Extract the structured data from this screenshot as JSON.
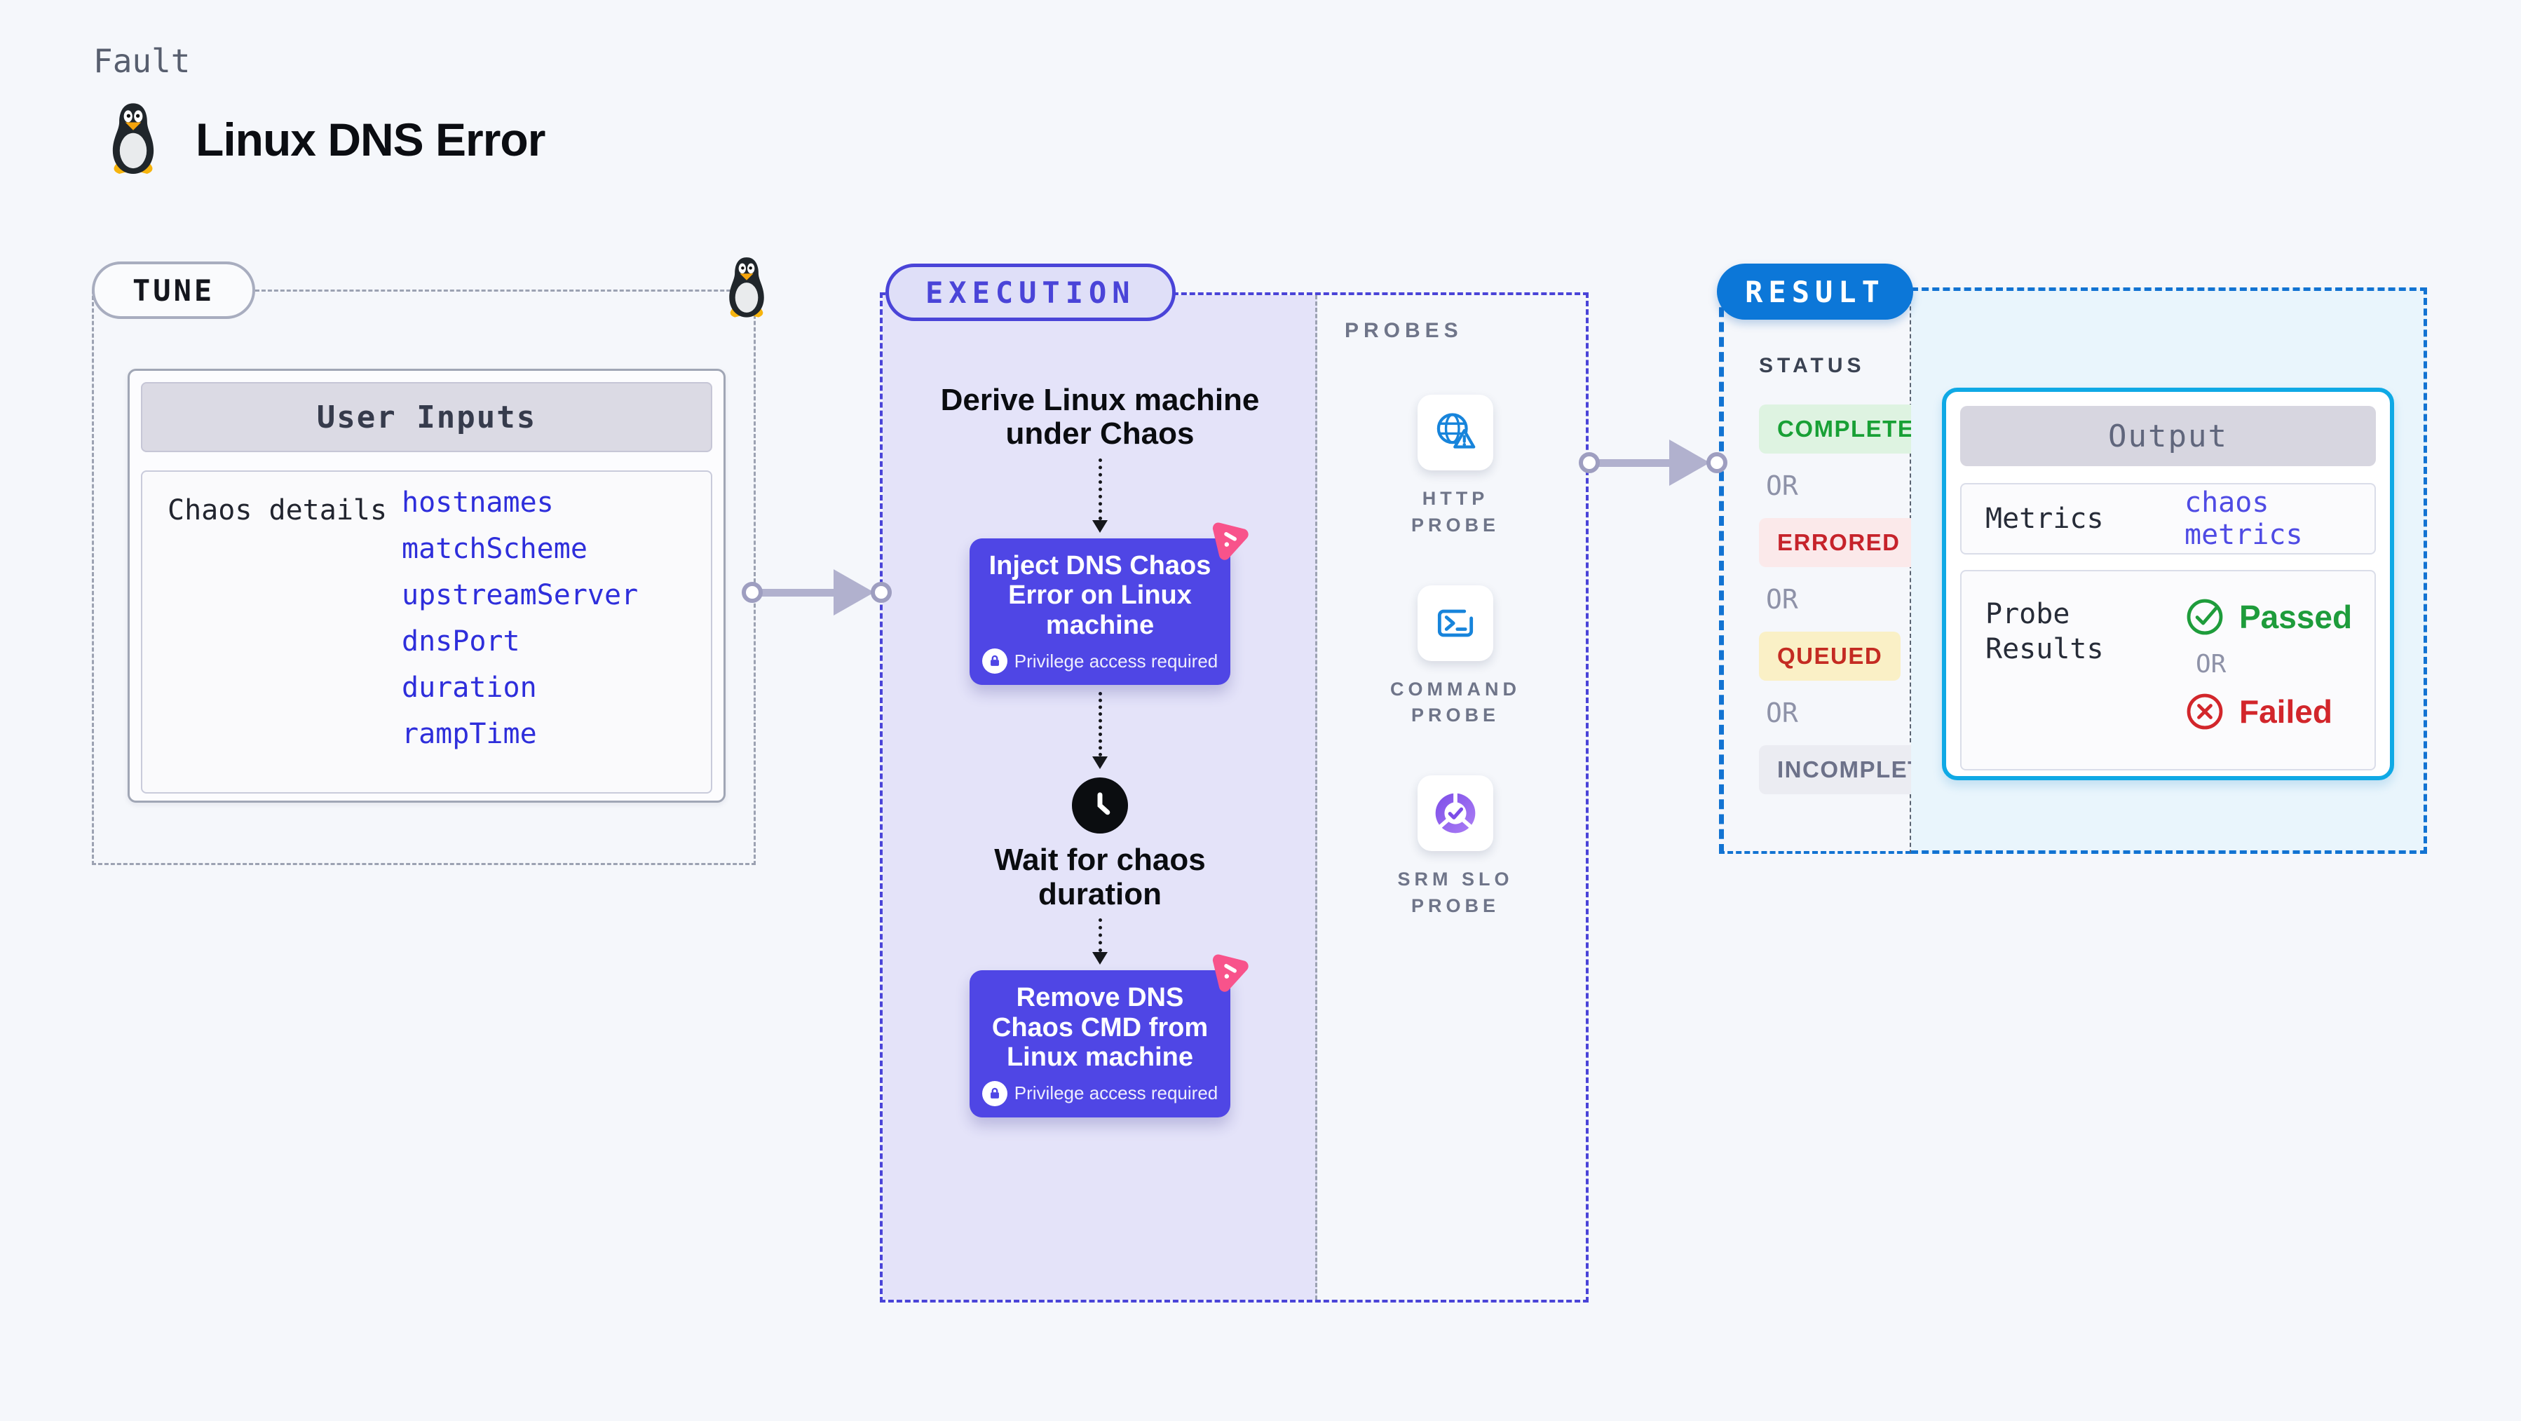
{
  "theme": {
    "page-bg": "#F5F7FB",
    "indigo": "#4A44D8",
    "node-purple": "#4F46E5",
    "exec-fill": "#E4E3F9",
    "param-blue": "#2E2EDB",
    "result-blue": "#0C77D8",
    "result-dash": "#1273D2",
    "output-cyan": "#0FA9E5",
    "output-fill": "#E9F5FC",
    "metrics-indigo": "#4F4BE4",
    "passed-green": "#1E9C3B",
    "failed-red": "#D2262B",
    "pink": "#F8538B",
    "probe-blue": "#1784DB",
    "srm-purple": "#8F5BEF",
    "arrow-gray": "#B1B1CE",
    "gray-dash": "#9CA2B2",
    "label-gray": "#6F7589",
    "or-gray": "#8E92A8"
  },
  "header": {
    "eyebrow": "Fault",
    "title": "Linux DNS Error",
    "icon": "tux-penguin"
  },
  "tune": {
    "badge": "TUNE",
    "card_title": "User Inputs",
    "row_label": "Chaos details",
    "params": [
      "hostnames",
      "matchScheme",
      "upstreamServer",
      "dnsPort",
      "duration",
      "rampTime"
    ]
  },
  "execution": {
    "badge": "EXECUTION",
    "derive_label": "Derive Linux machine under Chaos",
    "inject": {
      "title": "Inject DNS Chaos Error on Linux machine",
      "note": "Privilege access required"
    },
    "wait_label": "Wait for chaos duration",
    "remove": {
      "title": "Remove DNS Chaos CMD from Linux machine",
      "note": "Privilege access required"
    }
  },
  "probes": {
    "label": "PROBES",
    "items": [
      {
        "label": "HTTP PROBE",
        "icon": "globe-alert-icon"
      },
      {
        "label": "COMMAND PROBE",
        "icon": "terminal-icon"
      },
      {
        "label": "SRM SLO PROBE",
        "icon": "slo-donut-check-icon"
      }
    ]
  },
  "result": {
    "badge": "RESULT",
    "status_label": "STATUS",
    "or_label": "OR",
    "statuses": [
      {
        "label": "COMPLETED",
        "fg": "#18A035",
        "bg": "#DEF3E1"
      },
      {
        "label": "ERRORED",
        "fg": "#C6232B",
        "bg": "#FBE9EA"
      },
      {
        "label": "QUEUED",
        "fg": "#C42B22",
        "bg": "#FAF0C6"
      },
      {
        "label": "INCOMPLETED",
        "fg": "#6C7189",
        "bg": "#EBECF2"
      }
    ],
    "output": {
      "title": "Output",
      "metrics_label": "Metrics",
      "metrics_value": "chaos metrics",
      "probe_results_label": "Probe Results",
      "passed_label": "Passed",
      "failed_label": "Failed"
    }
  }
}
